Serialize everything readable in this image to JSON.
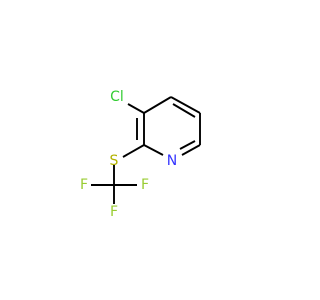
{
  "molecule": {
    "atoms": {
      "chlorine": "Cl",
      "nitrogen": "N",
      "sulfur": "S",
      "fluorine_1": "F",
      "fluorine_2": "F",
      "fluorine_3": "F"
    },
    "colors": {
      "bond": "#000000",
      "chlorine": "#33cc33",
      "nitrogen": "#3333ff",
      "sulfur": "#b2b200",
      "fluorine": "#99cc33"
    }
  }
}
